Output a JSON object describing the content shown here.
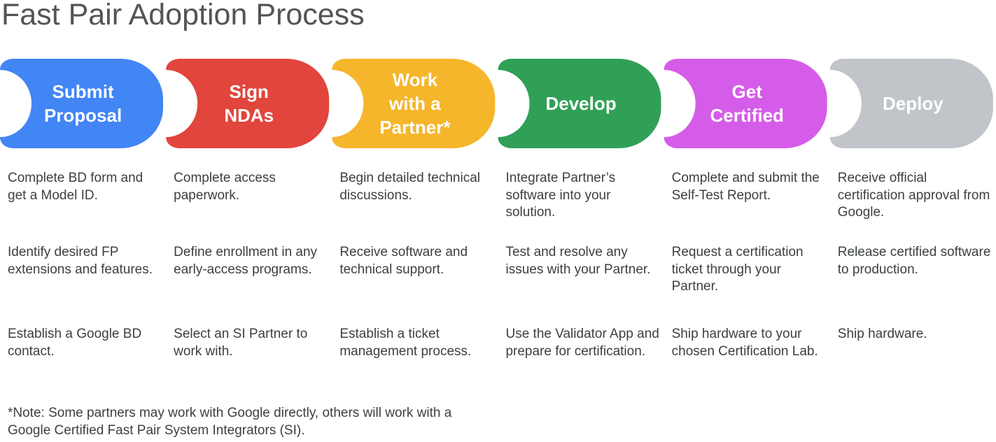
{
  "title": "Fast Pair Adoption Process",
  "steps": [
    {
      "label": "Submit\nProposal",
      "color": "#4285F4",
      "items": [
        "Complete BD form and get a Model ID.",
        "Identify desired FP extensions and features.",
        "Establish a Google BD contact."
      ]
    },
    {
      "label": "Sign\nNDAs",
      "color": "#E1453C",
      "items": [
        "Complete access paperwork.",
        "Define enrollment in any early-access programs.",
        "Select an SI Partner to work with."
      ]
    },
    {
      "label": "Work\nwith a\nPartner*",
      "color": "#F5B62B",
      "items": [
        "Begin detailed technical discussions.",
        "Receive software and technical support.",
        "Establish a ticket management process."
      ]
    },
    {
      "label": "Develop",
      "color": "#30A057",
      "items": [
        "Integrate Partner’s software into your solution.",
        "Test and resolve any issues with your Partner.",
        "Use the Validator App and prepare for certification."
      ]
    },
    {
      "label": "Get\nCertified",
      "color": "#D55CE8",
      "items": [
        "Complete and submit the Self-Test Report.",
        "Request a certification ticket through your Partner.",
        "Ship hardware to your chosen Certification Lab."
      ]
    },
    {
      "label": "Deploy",
      "color": "#C1C5CA",
      "items": [
        "Receive official certification approval from Google.",
        "Release certified software to production.",
        "Ship hardware."
      ]
    }
  ],
  "note": "*Note: Some partners may work with Google directly, others will work with a\nGoogle Certified Fast Pair System Integrators (SI)."
}
